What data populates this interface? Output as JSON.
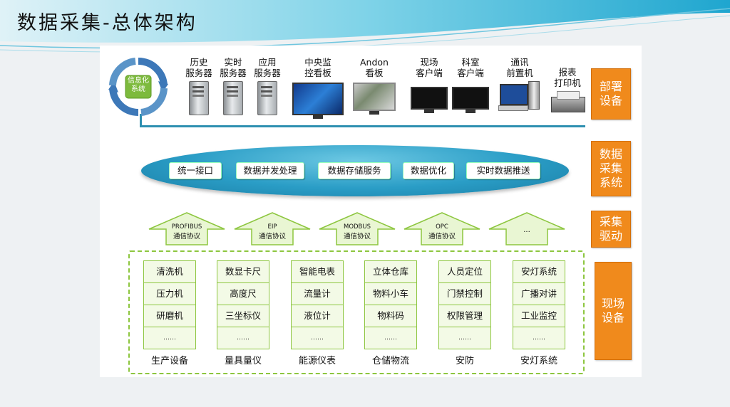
{
  "title": "数据采集-总体架构",
  "cycle_label": "信息化\n系统",
  "devices": [
    {
      "label": "历史\n服务器",
      "icon": "server-icon"
    },
    {
      "label": "实时\n服务器",
      "icon": "server-icon"
    },
    {
      "label": "应用\n服务器",
      "icon": "server-icon"
    },
    {
      "label": "中央监\n控看板",
      "icon": "monitor-board-icon"
    },
    {
      "label": "Andon\n看板",
      "icon": "andon-board-icon"
    },
    {
      "label": "现场\n客户端",
      "icon": "monitor-icon"
    },
    {
      "label": "科室\n客户端",
      "icon": "monitor-icon"
    },
    {
      "label": "通讯\n前置机",
      "icon": "workstation-icon"
    },
    {
      "label": "报表\n打印机",
      "icon": "printer-icon"
    }
  ],
  "side_labels": [
    "部署\n设备",
    "数据\n采集\n系统",
    "采集\n驱动",
    "现场\n设备"
  ],
  "services": [
    "统一接口",
    "数据并发处理",
    "数据存储服务",
    "数据优化",
    "实时数据推送"
  ],
  "protocols": [
    {
      "top": "PROFIBUS",
      "bottom": "通信协议"
    },
    {
      "top": "EIP",
      "bottom": "通信协议"
    },
    {
      "top": "MODBUS",
      "bottom": "通信协议"
    },
    {
      "top": "OPC",
      "bottom": "通信协议"
    },
    {
      "top": "...",
      "bottom": ""
    }
  ],
  "columns": [
    {
      "label": "生产设备",
      "items": [
        "清洗机",
        "压力机",
        "研磨机",
        "……"
      ]
    },
    {
      "label": "量具量仪",
      "items": [
        "数显卡尺",
        "高度尺",
        "三坐标仪",
        "……"
      ]
    },
    {
      "label": "能源仪表",
      "items": [
        "智能电表",
        "流量计",
        "液位计",
        "……"
      ]
    },
    {
      "label": "仓储物流",
      "items": [
        "立体仓库",
        "物料小车",
        "物料码",
        "……"
      ]
    },
    {
      "label": "安防",
      "items": [
        "人员定位",
        "门禁控制",
        "权限管理",
        "……"
      ]
    },
    {
      "label": "安灯系统",
      "items": [
        "安灯系统",
        "广播对讲",
        "工业监控",
        "……"
      ]
    }
  ],
  "colors": {
    "accent": "#f08a1c",
    "bus": "#2d8fb0",
    "green": "#8dc63f"
  }
}
